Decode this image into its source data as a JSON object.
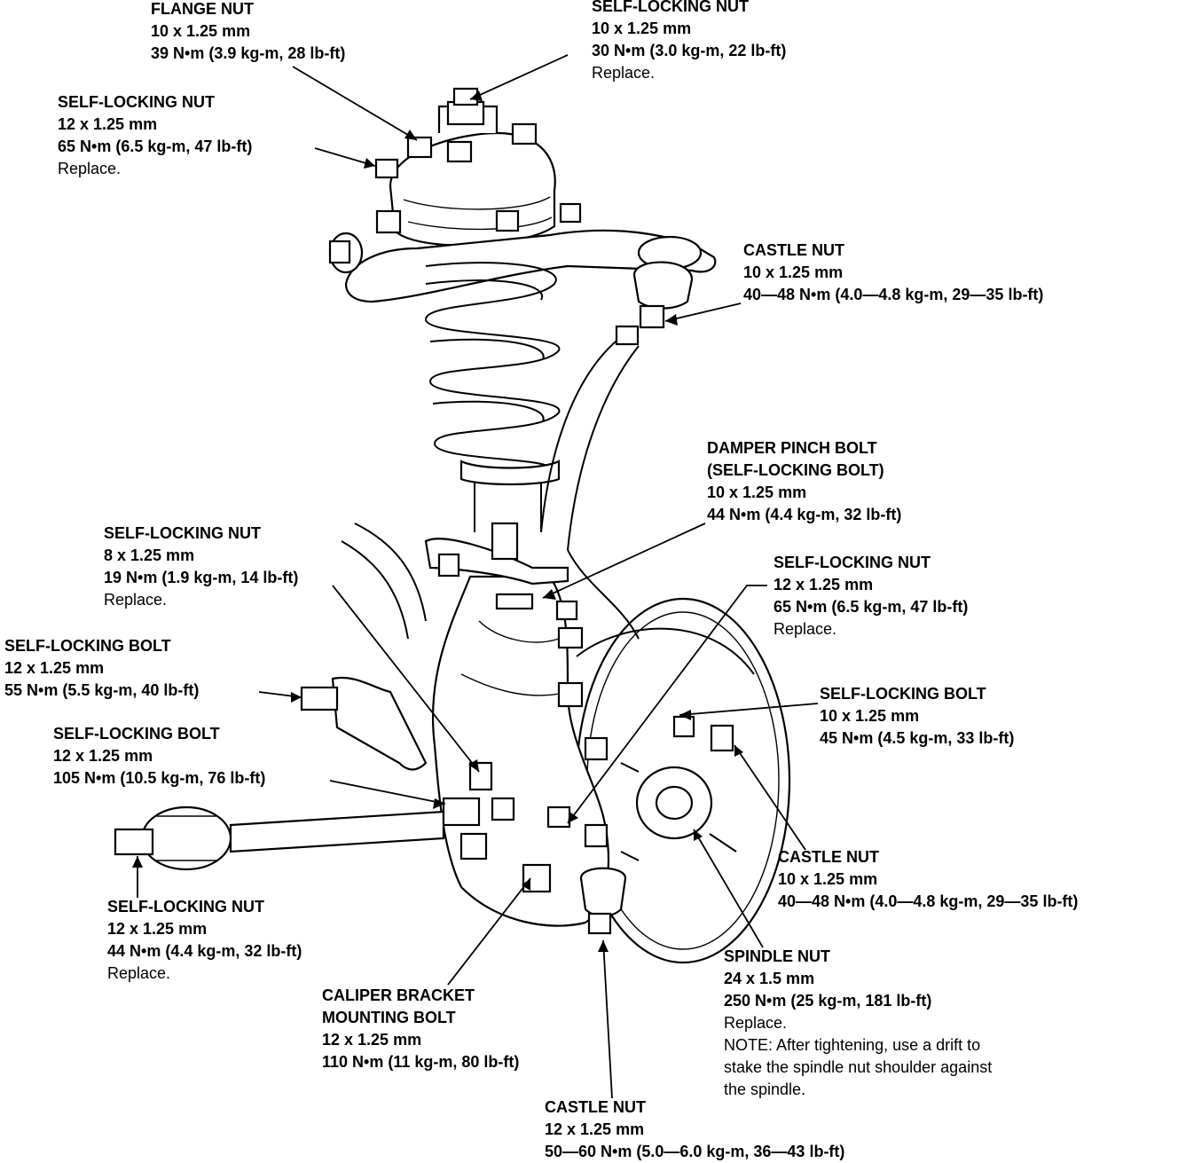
{
  "labels": {
    "flange_nut": {
      "name": "FLANGE NUT",
      "size": "10 x 1.25 mm",
      "torque": "39 N•m (3.9 kg-m, 28 lb-ft)"
    },
    "self_locking_nut_top": {
      "name": "SELF-LOCKING NUT",
      "size": "10 x 1.25 mm",
      "torque": "30 N•m (3.0 kg-m, 22 lb-ft)",
      "note": "Replace."
    },
    "self_locking_nut_upper_left": {
      "name": "SELF-LOCKING NUT",
      "size": "12 x 1.25 mm",
      "torque": "65 N•m (6.5 kg-m, 47 lb-ft)",
      "note": "Replace."
    },
    "castle_nut_upper": {
      "name": "CASTLE NUT",
      "size": "10 x 1.25 mm",
      "torque": "40—48 N•m (4.0—4.8 kg-m, 29—35 lb-ft)"
    },
    "damper_pinch_bolt": {
      "name": "DAMPER PINCH BOLT",
      "name2": "(SELF-LOCKING BOLT)",
      "size": "10 x 1.25 mm",
      "torque": "44 N•m (4.4 kg-m, 32 lb-ft)"
    },
    "self_locking_nut_8": {
      "name": "SELF-LOCKING NUT",
      "size": "8 x 1.25 mm",
      "torque": "19 N•m (1.9 kg-m, 14 lb-ft)",
      "note": "Replace."
    },
    "self_locking_nut_right": {
      "name": "SELF-LOCKING NUT",
      "size": "12 x 1.25 mm",
      "torque": "65 N•m (6.5 kg-m, 47 lb-ft)",
      "note": "Replace."
    },
    "self_locking_bolt_55": {
      "name": "SELF-LOCKING BOLT",
      "size": "12 x 1.25 mm",
      "torque": "55 N•m (5.5 kg-m, 40 lb-ft)"
    },
    "self_locking_bolt_45": {
      "name": "SELF-LOCKING BOLT",
      "size": "10 x 1.25 mm",
      "torque": "45 N•m (4.5 kg-m, 33 lb-ft)"
    },
    "self_locking_bolt_105": {
      "name": "SELF-LOCKING BOLT",
      "size": "12 x 1.25 mm",
      "torque": "105 N•m (10.5 kg-m, 76 lb-ft)"
    },
    "castle_nut_right": {
      "name": "CASTLE NUT",
      "size": "10 x 1.25 mm",
      "torque": "40—48 N•m (4.0—4.8 kg-m, 29—35 lb-ft)"
    },
    "self_locking_nut_lower": {
      "name": "SELF-LOCKING NUT",
      "size": "12 x 1.25 mm",
      "torque": "44 N•m (4.4 kg-m, 32 lb-ft)",
      "note": "Replace."
    },
    "spindle_nut": {
      "name": "SPINDLE NUT",
      "size": "24 x 1.5 mm",
      "torque": "250 N•m (25 kg-m, 181 lb-ft)",
      "note": "Replace.",
      "note2": "NOTE: After tightening, use a drift to",
      "note3": "stake the spindle nut shoulder against",
      "note4": "the spindle."
    },
    "caliper_bracket_bolt": {
      "name": "CALIPER BRACKET",
      "name2": "MOUNTING BOLT",
      "size": "12 x 1.25 mm",
      "torque": "110 N•m (11 kg-m, 80 lb-ft)"
    },
    "castle_nut_bottom": {
      "name": "CASTLE NUT",
      "size": "12 x 1.25 mm",
      "torque": "50—60 N•m (5.0—6.0 kg-m, 36—43 lb-ft)"
    }
  }
}
